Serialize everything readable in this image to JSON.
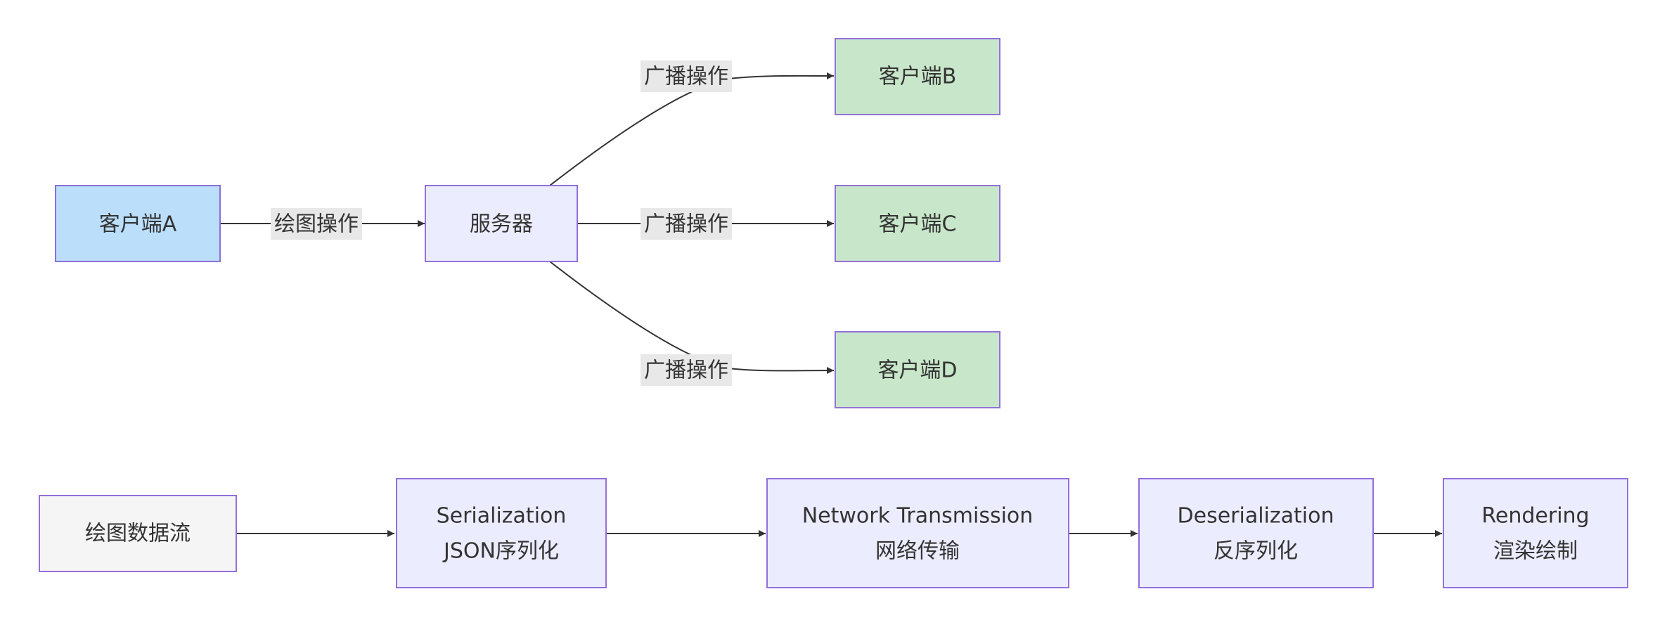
{
  "colors": {
    "line": "#333333",
    "text": "#333333",
    "label_bg": "#e8e8e8",
    "client_a_fill": "#bbdefb",
    "client_a_stroke": "#8a6fd6",
    "server_fill": "#ececff",
    "server_stroke": "#9370db",
    "client_fill": "#c8e6c9",
    "client_stroke": "#9370db",
    "flow_start_fill": "#f5f5f5",
    "flow_start_stroke": "#9370db",
    "flow_step_fill": "#ececff",
    "flow_step_stroke": "#9370db"
  },
  "nodes": {
    "client_a": {
      "label": "客户端A"
    },
    "server": {
      "label": "服务器"
    },
    "client_b": {
      "label": "客户端B"
    },
    "client_c": {
      "label": "客户端C"
    },
    "client_d": {
      "label": "客户端D"
    },
    "flow_start": {
      "label": "绘图数据流"
    },
    "serialization": {
      "line1": "Serialization",
      "line2": "JSON序列化"
    },
    "network": {
      "line1": "Network Transmission",
      "line2": "网络传输"
    },
    "deserialization": {
      "line1": "Deserialization",
      "line2": "反序列化"
    },
    "rendering": {
      "line1": "Rendering",
      "line2": "渲染绘制"
    }
  },
  "edges": {
    "a_to_server": {
      "label": "绘图操作"
    },
    "server_to_b": {
      "label": "广播操作"
    },
    "server_to_c": {
      "label": "广播操作"
    },
    "server_to_d": {
      "label": "广播操作"
    }
  }
}
